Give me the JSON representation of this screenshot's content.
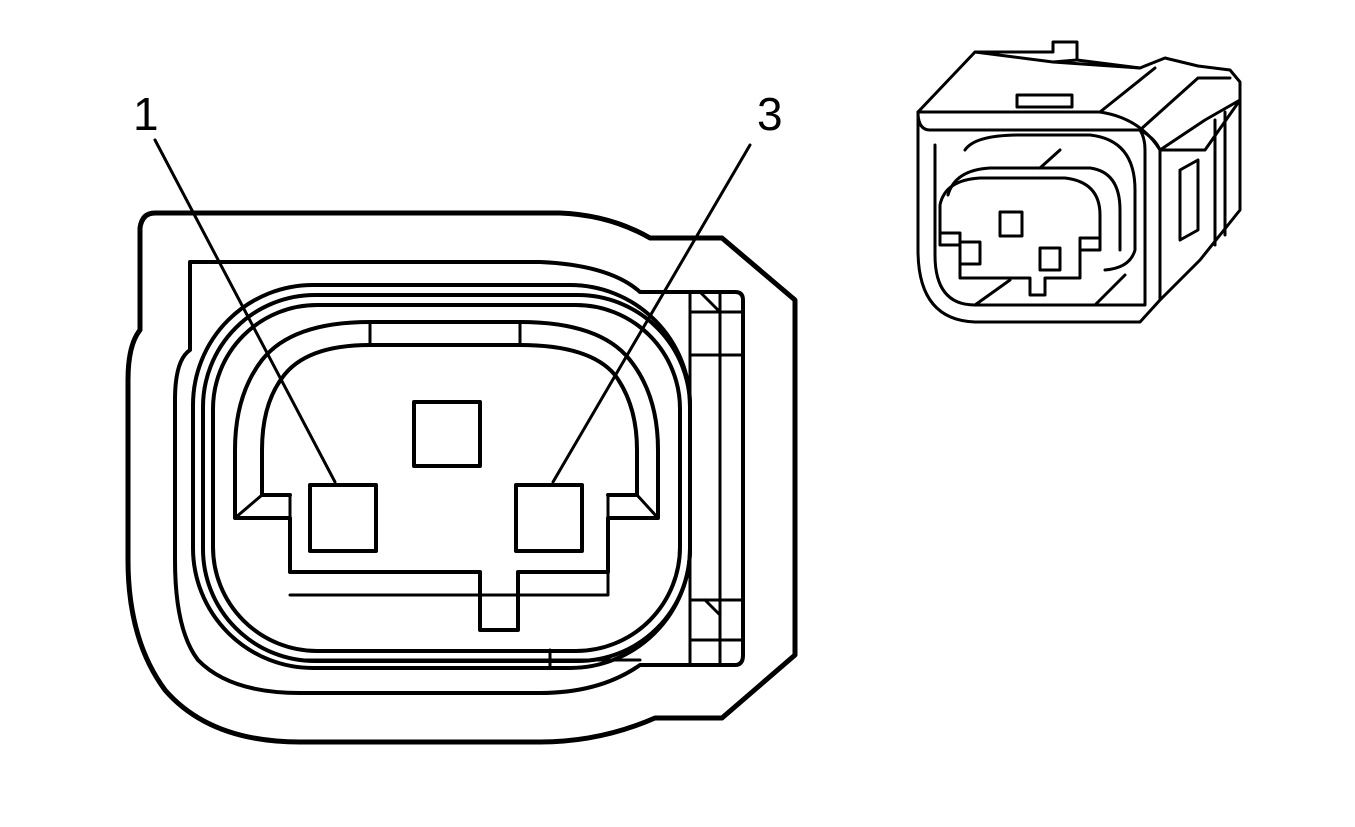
{
  "callouts": [
    {
      "id": "pin-1",
      "label": "1"
    },
    {
      "id": "pin-3",
      "label": "3"
    }
  ],
  "colors": {
    "line": "#000000",
    "background": "#ffffff"
  }
}
